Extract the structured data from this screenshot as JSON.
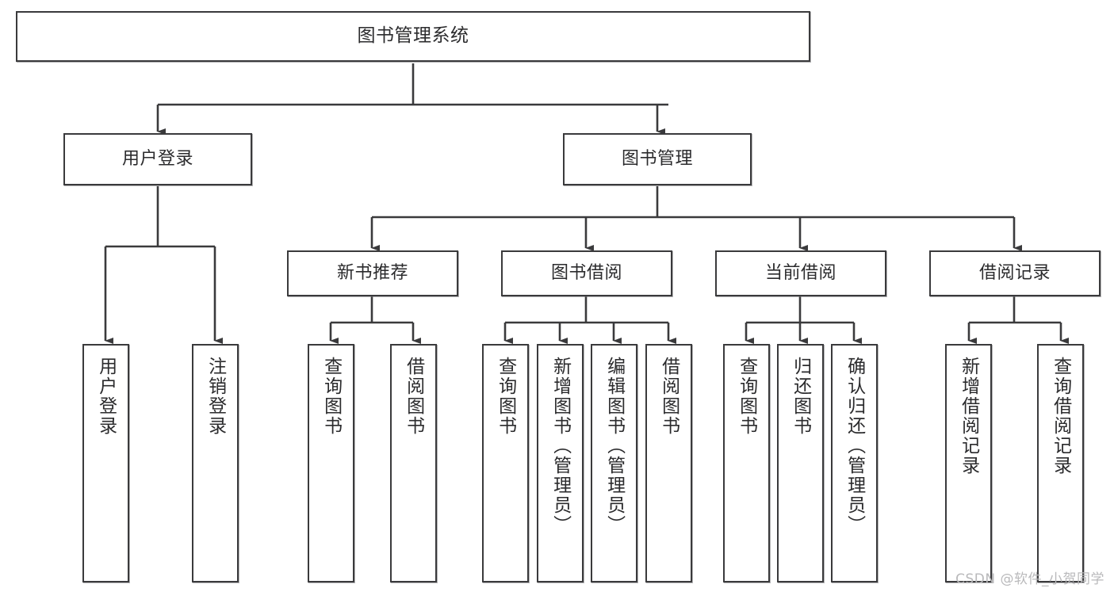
{
  "diagram": {
    "title": "图书管理系统",
    "type": "tree-structure-chart",
    "colors": {
      "stroke": "#3a3a3c",
      "box_fill": "#ffffff",
      "text": "#2b2b2d",
      "watermark": "#b9b9bb",
      "background": "#ffffff"
    },
    "root": {
      "label": "图书管理系统"
    },
    "level2": [
      {
        "id": "user-login",
        "label": "用户登录"
      },
      {
        "id": "book-management",
        "label": "图书管理"
      }
    ],
    "level3": [
      {
        "id": "new-book-recommend",
        "label": "新书推荐"
      },
      {
        "id": "book-borrow",
        "label": "图书借阅"
      },
      {
        "id": "current-borrow",
        "label": "当前借阅"
      },
      {
        "id": "borrow-record",
        "label": "借阅记录"
      }
    ],
    "leaves": {
      "user_login": [
        {
          "id": "leaf-user-login",
          "label": "用户登录"
        },
        {
          "id": "leaf-logout-login",
          "label": "注销登录"
        }
      ],
      "new_book_recommend": [
        {
          "id": "leaf-query-book-1",
          "label": "查询图书"
        },
        {
          "id": "leaf-borrow-book-1",
          "label": "借阅图书"
        }
      ],
      "book_borrow": [
        {
          "id": "leaf-query-book-2",
          "label": "查询图书"
        },
        {
          "id": "leaf-add-book",
          "label": "新增图书（管理员）"
        },
        {
          "id": "leaf-edit-book",
          "label": "编辑图书（管理员）"
        },
        {
          "id": "leaf-borrow-book-2",
          "label": "借阅图书"
        }
      ],
      "current_borrow": [
        {
          "id": "leaf-query-book-3",
          "label": "查询图书"
        },
        {
          "id": "leaf-return-book",
          "label": "归还图书"
        },
        {
          "id": "leaf-confirm-return",
          "label": "确认归还（管理员）"
        }
      ],
      "borrow_record": [
        {
          "id": "leaf-add-record",
          "label": "新增借阅记录"
        },
        {
          "id": "leaf-query-record",
          "label": "查询借阅记录"
        }
      ]
    }
  },
  "watermark": {
    "text": "CSDN @软件_小贺同学"
  }
}
